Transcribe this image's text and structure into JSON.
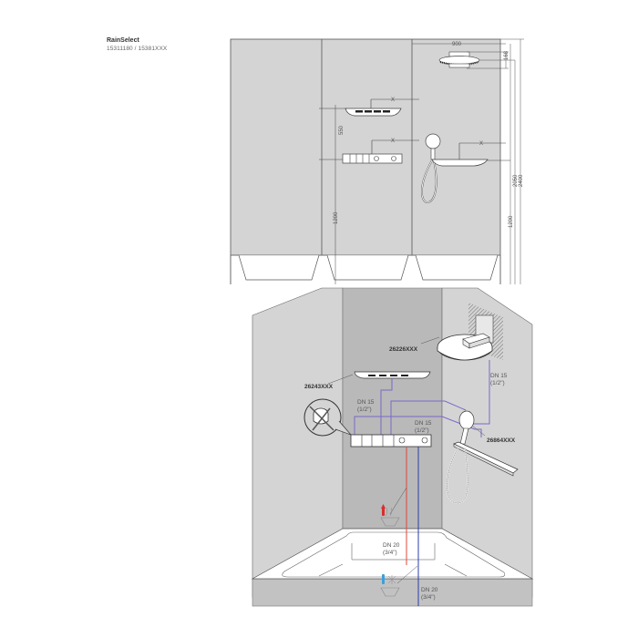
{
  "header": {
    "title": "RainSelect",
    "subtitle": "15311180 / 15381XXX"
  },
  "elevation": {
    "dim_width": "900",
    "dim_overhead": "168",
    "dim_between": "550",
    "dim_thermostat_height": "1200",
    "dim_shower_height": "1200",
    "dim_overhead_height": "2050",
    "dim_total_height": "2400",
    "dim_x_1": "X",
    "dim_x_2": "X",
    "dim_x_3": "X"
  },
  "isometric": {
    "parts": {
      "overhead": "26226XXX",
      "shelf": "26243XXX",
      "handshower": "26864XXX"
    },
    "pipes": {
      "overhead_size": "DN 15",
      "overhead_inch": "(1/2\")",
      "shelf_size": "DN 15",
      "shelf_inch": "(1/2\")",
      "thermo_size": "DN 15",
      "thermo_inch": "(1/2\")",
      "hot_supply_size": "DN 20",
      "hot_supply_inch": "(3/4\")",
      "cold_supply_size": "DN 20",
      "cold_supply_inch": "(3/4\")"
    },
    "colors": {
      "pipe_purple": "#7b68c8",
      "hot_red": "#e0463a",
      "cold_blue": "#2a3ea8",
      "wall_light": "#d4d4d4",
      "wall_dark": "#b9b9b9"
    }
  }
}
